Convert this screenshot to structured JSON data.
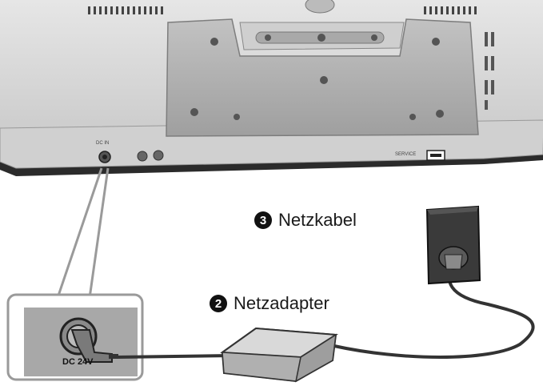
{
  "labels": {
    "netzkabel": {
      "number": "3",
      "text": "Netzkabel"
    },
    "netzadapter": {
      "number": "2",
      "text": "Netzadapter"
    }
  },
  "port_zoom": {
    "text": "DC 24V"
  },
  "monitor_back": {
    "dc_in_label": "DC IN",
    "service_label": "SERVICE"
  },
  "colors": {
    "monitor_body": "#d6d6d6",
    "stand": "#b3b3b3",
    "adapter": "#bdbdbd",
    "outlet": "#3a3a3a",
    "zoom_bg": "#a8a8a8"
  },
  "icons": [
    "power-outlet-icon",
    "power-adapter-icon",
    "dc-jack-icon"
  ]
}
